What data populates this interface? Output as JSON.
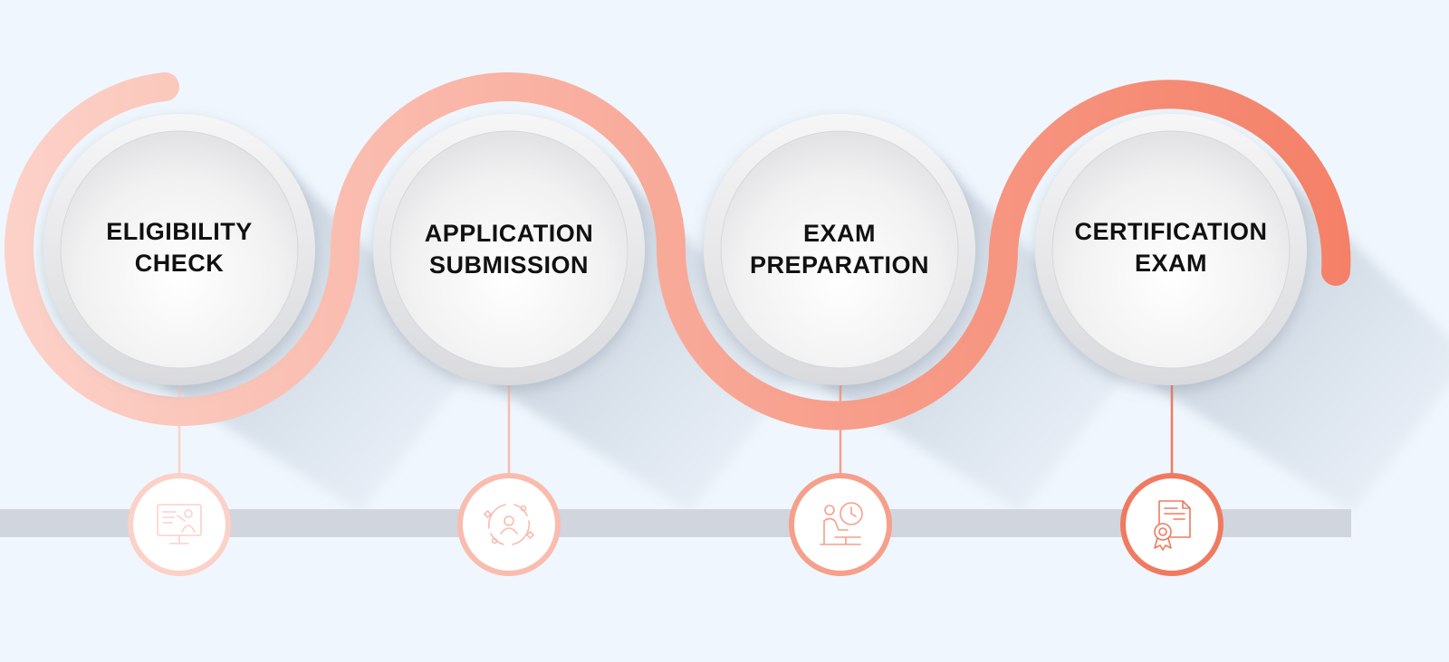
{
  "colors": {
    "background": "#eff6fd",
    "accent_start": "#fcd2c9",
    "accent_end": "#f47a60",
    "timeline_bar": "#d1d5de",
    "label_text": "#111111"
  },
  "steps": [
    {
      "title_line1": "ELIGIBILITY",
      "title_line2": "CHECK",
      "icon": "computer-training-icon",
      "accent": "#fbd1c8"
    },
    {
      "title_line1": "APPLICATION",
      "title_line2": "SUBMISSION",
      "icon": "process-user-icon",
      "accent": "#f9bcae"
    },
    {
      "title_line1": "EXAM",
      "title_line2": "PREPARATION",
      "icon": "study-clock-icon",
      "accent": "#f69f8b"
    },
    {
      "title_line1": "CERTIFICATION",
      "title_line2": "EXAM",
      "icon": "certificate-award-icon",
      "accent": "#f07a60"
    }
  ]
}
